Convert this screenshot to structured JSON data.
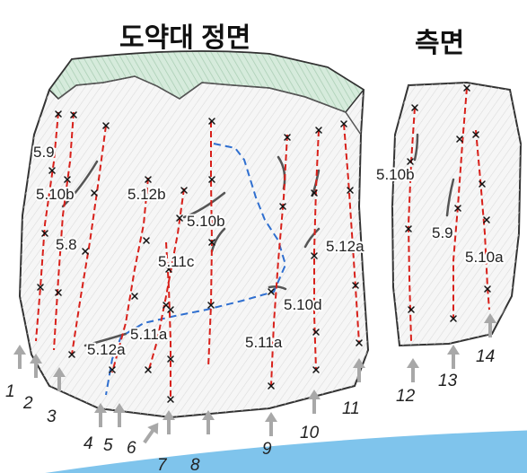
{
  "titles": {
    "front": "도약대 정면",
    "side": "측면"
  },
  "grades": {
    "g1": "5.9",
    "g2": "5.10b",
    "g3": "5.8",
    "g4": "5.12b",
    "g5": "5.10b",
    "g6": "5.11c",
    "g7": "5.11a",
    "g8": "5.12a",
    "g9": "5.10d",
    "g10": "5.11a",
    "g11": "5.12a",
    "g12": "5.10b",
    "g13": "5.9",
    "g14": "5.10a"
  },
  "route_numbers": [
    "1",
    "2",
    "3",
    "4",
    "5",
    "6",
    "7",
    "8",
    "9",
    "10",
    "11",
    "12",
    "13",
    "14"
  ],
  "colors": {
    "route": "#d8201a",
    "traverse": "#2f6fd0",
    "water": "#7fc4ec"
  }
}
